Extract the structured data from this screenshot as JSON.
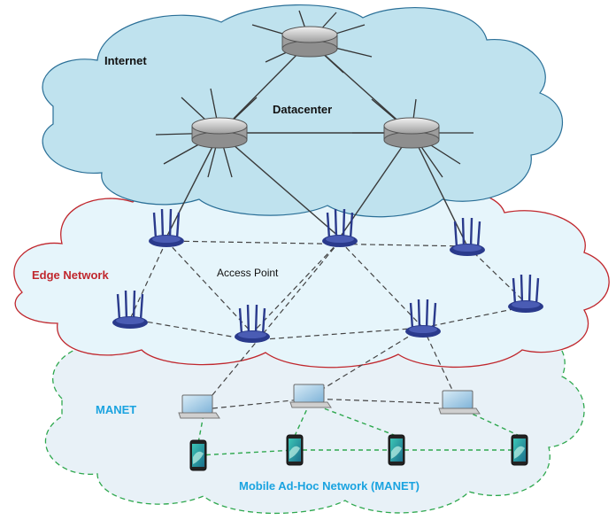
{
  "labels": {
    "internet": "Internet",
    "datacenter": "Datacenter",
    "edge_network": "Edge Network",
    "access_point": "Access Point",
    "manet": "MANET",
    "manet_full": "Mobile Ad-Hoc Network (MANET)"
  },
  "colors": {
    "internet_fill": "#bfe2ee",
    "internet_stroke": "#2a6f97",
    "edge_fill": "#e6f5fb",
    "edge_stroke": "#c0272d",
    "manet_fill": "#e8f1f7",
    "manet_stroke": "#2fa84f",
    "edge_label": "#c0272d",
    "manet_label": "#1aa3e0",
    "router_body": "#c9c9c9",
    "ap_body": "#2a3a8c",
    "link_solid": "#3a3a3a",
    "link_dashed": "#444444",
    "link_green": "#2fa84f"
  },
  "icons": {
    "router": "router-icon",
    "access_point": "wifi-access-point-icon",
    "laptop": "laptop-icon",
    "phone": "smartphone-icon"
  }
}
